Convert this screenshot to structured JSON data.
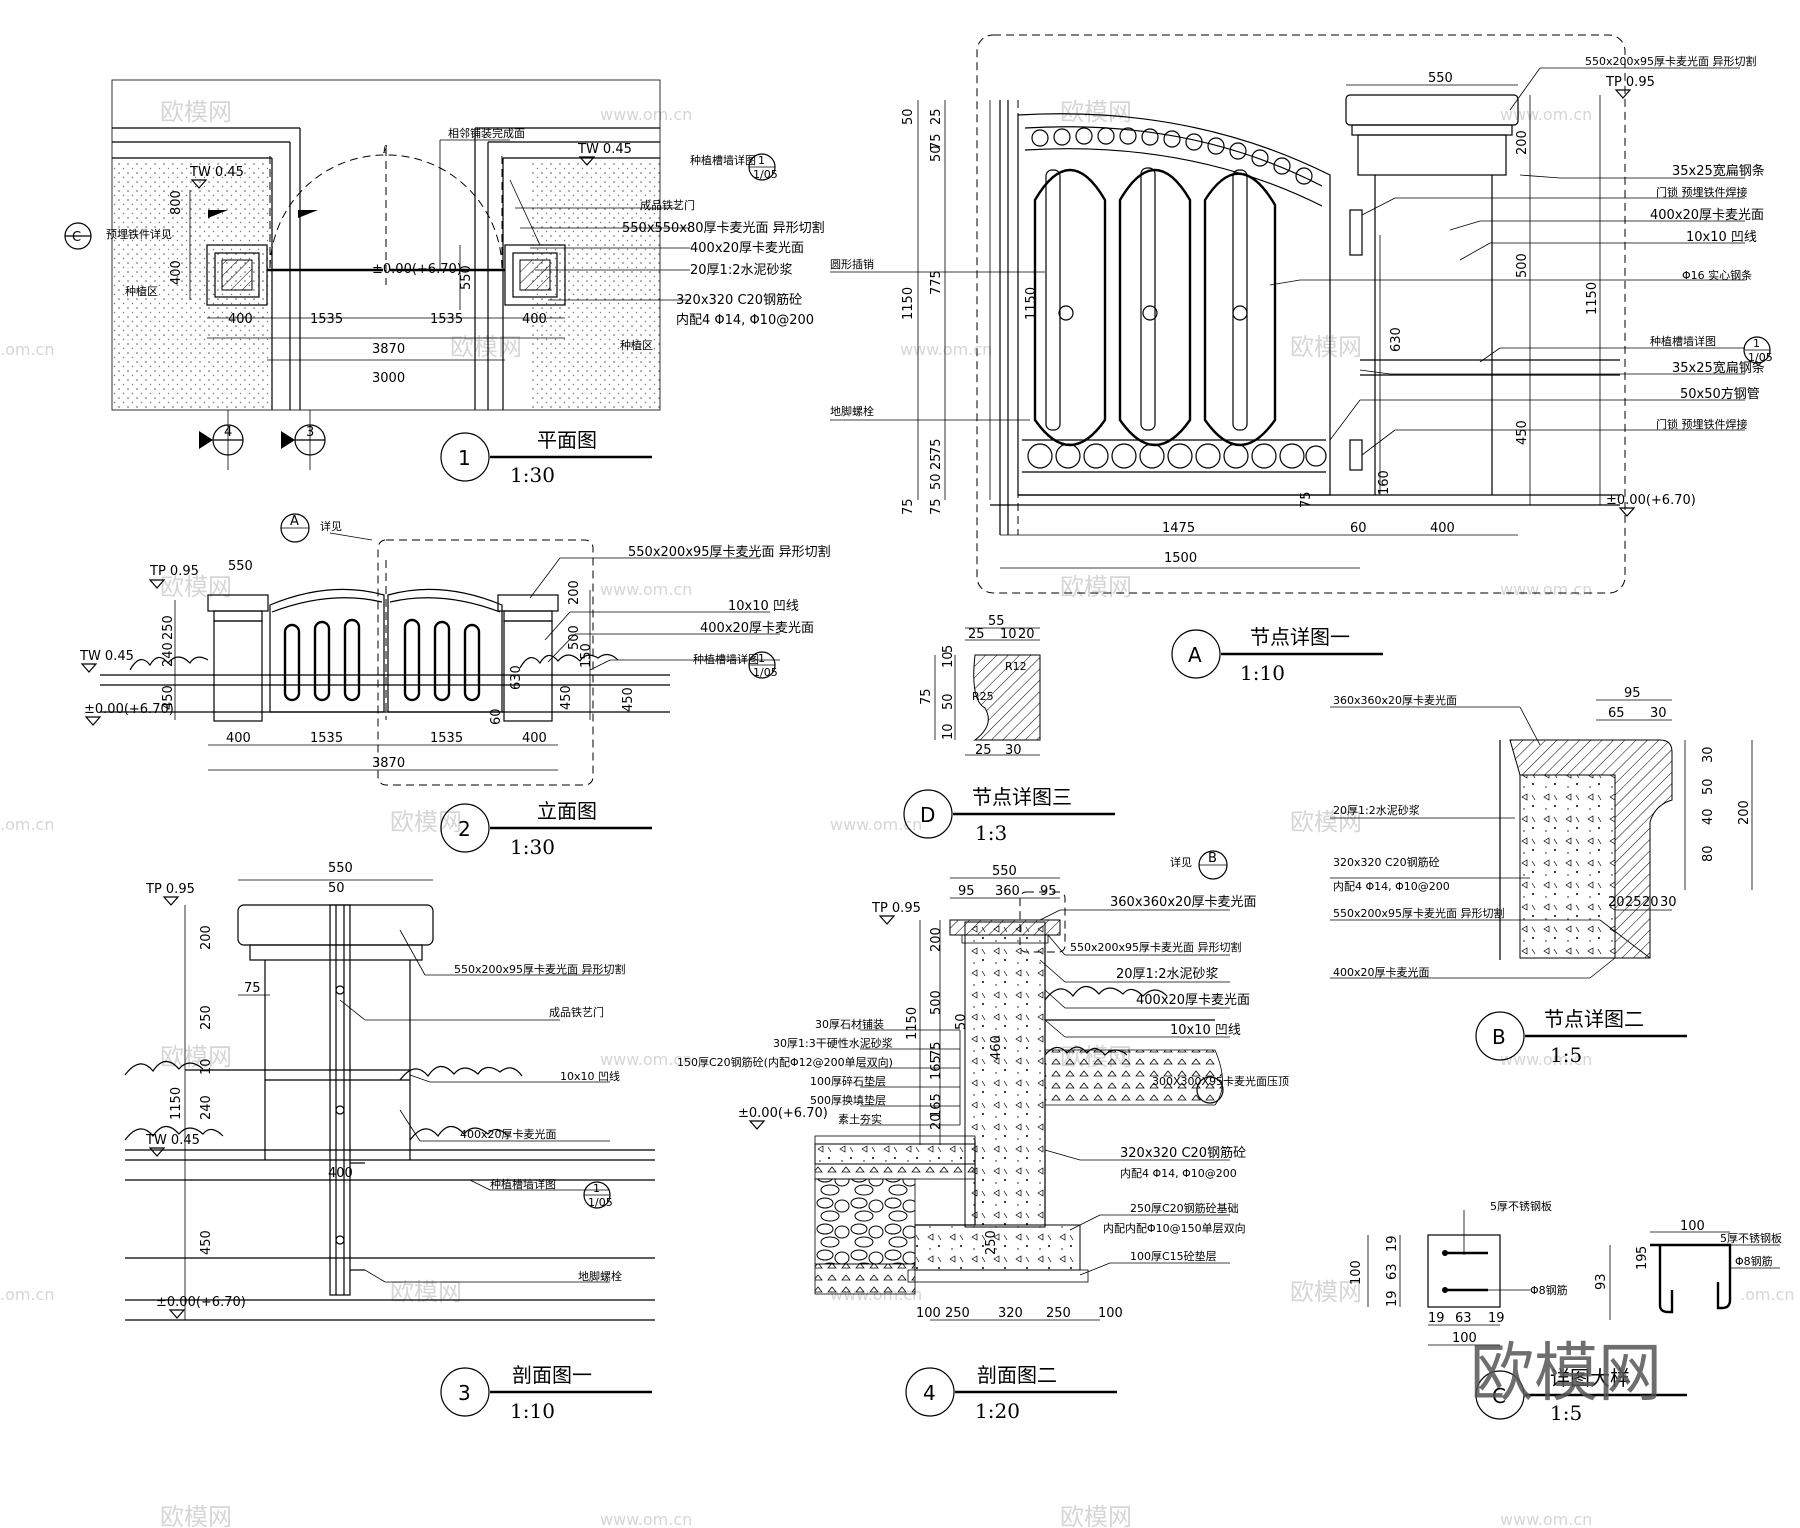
{
  "watermark": {
    "brand": "欧模网",
    "site": "www.om.cn",
    "site_short": ".om.cn"
  },
  "view1": {
    "num": "1",
    "title": "平面图",
    "scale": "1:30",
    "labels": [
      "相邻铺装完成面",
      "种植槽墙详图",
      "成品铁艺门",
      "550x550x80厚卡麦光面  异形切割",
      "400x20厚卡麦光面",
      "20厚1:2水泥砂浆",
      "320x320  C20钢筋砼",
      "内配4 Φ14, Φ10@200"
    ],
    "tw_left": "TW 0.45",
    "tw_right": "TW 0.45",
    "embed": "预埋铁件详见",
    "zone_left": "种植区",
    "zone_right": "种植区",
    "elev": "±0.00(+6.70)",
    "dims": [
      "800",
      "400",
      "550",
      "400",
      "1535",
      "1535",
      "400",
      "3870",
      "3000"
    ],
    "sec_c": "C",
    "sec_4": "4",
    "sec_3": "3",
    "ref_top": "1",
    "ref_bot": "1/05"
  },
  "view2": {
    "num": "2",
    "title": "立面图",
    "scale": "1:30",
    "labels": [
      "550x200x95厚卡麦光面  异形切割",
      "10x10  凹线",
      "400x20厚卡麦光面",
      "种植槽墙详图"
    ],
    "det_a": "A",
    "det_note": "详见",
    "tp": "TP 0.95",
    "tw": "TW 0.45",
    "elev": "±0.00(+6.70)",
    "dims_v": [
      "250",
      "240",
      "450",
      "60",
      "450",
      "450",
      "150",
      "550",
      "200",
      "500",
      "630"
    ],
    "dims_h": [
      "400",
      "1535",
      "1535",
      "400",
      "3870"
    ],
    "ref_top": "1",
    "ref_bot": "1/05"
  },
  "viewA": {
    "num": "A",
    "title": "节点详图一",
    "scale": "1:10",
    "labels": [
      "550x200x95厚卡麦光面  异形切割",
      "35x25宽扁钢条",
      "门锁  预埋铁件焊接",
      "400x20厚卡麦光面",
      "10x10  凹线",
      "Φ16  实心钢条",
      "种植槽墙详图",
      "35x25宽扁钢条",
      "50x50方钢管",
      "门锁  预埋铁件焊接"
    ],
    "left_labels": [
      "圆形插销",
      "地脚螺栓"
    ],
    "tp": "TP 0.95",
    "elev": "±0.00(+6.70)",
    "dims": [
      "550",
      "200",
      "500",
      "1150",
      "630",
      "450",
      "160",
      "1475",
      "60",
      "400",
      "1500",
      "75",
      "1150",
      "775",
      "1150",
      "25",
      "75",
      "50",
      "75",
      "25",
      "50",
      "75",
      "50",
      "75"
    ],
    "ref_top": "1",
    "ref_bot": "1/05"
  },
  "viewD": {
    "num": "D",
    "title": "节点详图三",
    "scale": "1:3",
    "dims": [
      "55",
      "25",
      "10",
      "20",
      "75",
      "10",
      "50",
      "10",
      "5",
      "25",
      "30",
      "R25",
      "R12"
    ]
  },
  "viewB": {
    "num": "B",
    "title": "节点详图二",
    "scale": "1:5",
    "labels": [
      "360x360x20厚卡麦光面",
      "20厚1:2水泥砂浆",
      "320x320  C20钢筋砼",
      "内配4 Φ14, Φ10@200",
      "550x200x95厚卡麦光面  异形切割",
      "400x20厚卡麦光面"
    ],
    "dims": [
      "95",
      "65",
      "30",
      "30",
      "50",
      "40",
      "80",
      "200",
      "20",
      "25",
      "20",
      "30"
    ]
  },
  "view3": {
    "num": "3",
    "title": "剖面图一",
    "scale": "1:10",
    "labels": [
      "550x200x95厚卡麦光面  异形切割",
      "成品铁艺门",
      "10x10  凹线",
      "400x20厚卡麦光面",
      "种植槽墙详图",
      "地脚螺栓"
    ],
    "tp": "TP 0.95",
    "tw": "TW 0.45",
    "elev": "±0.00(+6.70)",
    "dims": [
      "550",
      "50",
      "75",
      "200",
      "250",
      "10",
      "240",
      "1150",
      "450",
      "400"
    ],
    "ref_top": "1",
    "ref_bot": "1/05"
  },
  "view4": {
    "num": "4",
    "title": "剖面图二",
    "scale": "1:20",
    "labels": [
      "360x360x20厚卡麦光面",
      "550x200x95厚卡麦光面  异形切割",
      "20厚1:2水泥砂浆",
      "400x20厚卡麦光面",
      "10x10  凹线",
      "320x320  C20钢筋砼",
      "内配4 Φ14, Φ10@200",
      "250厚C20钢筋砼基础",
      "内配内配Φ10@150单层双向",
      "100厚C15砼垫层"
    ],
    "left_labels": [
      "30厚石材铺装",
      "30厚1:3干硬性水泥砂浆",
      "150厚C20钢筋砼(内配Φ12@200单层双向)",
      "100厚碎石垫层",
      "500厚换填垫层",
      "素土夯实"
    ],
    "tp": "TP 0.95",
    "elev": "±0.00(+6.70)",
    "det_b": "B",
    "det_note": "详见",
    "overlay": "300X300X95卡麦光面压顶",
    "dims_top": [
      "550",
      "95",
      "360",
      "95"
    ],
    "dims_v": [
      "200",
      "500",
      "1150",
      "165",
      "75",
      "165",
      "20",
      "460",
      "50",
      "250"
    ],
    "dims_bot": [
      "100",
      "250",
      "320",
      "250",
      "100"
    ]
  },
  "viewC": {
    "num": "C",
    "title": "详图大样",
    "scale": "1:5",
    "labels": [
      "5厚不锈钢板",
      "Φ8钢筋",
      "5厚不锈钢板",
      "Φ8钢筋"
    ],
    "dims_left": [
      "100",
      "19",
      "63",
      "19",
      "19",
      "63",
      "19",
      "100"
    ],
    "dims_right": [
      "100",
      "93",
      "5",
      "19"
    ]
  }
}
